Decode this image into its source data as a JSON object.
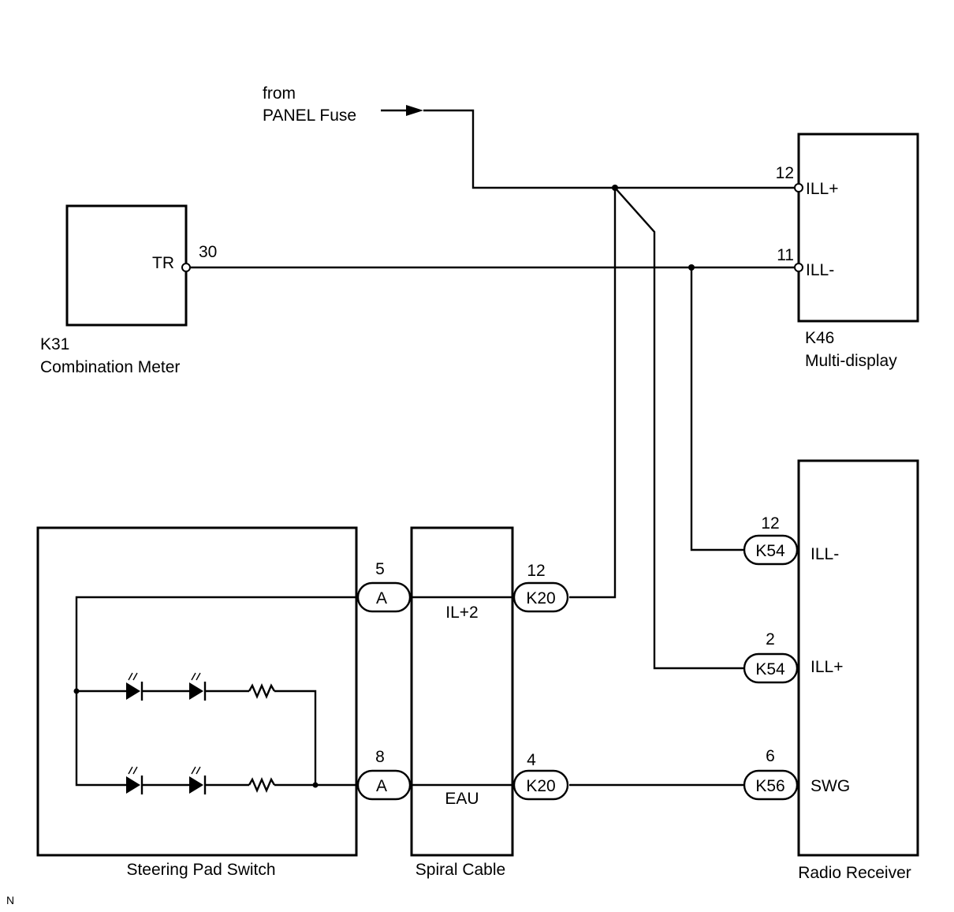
{
  "source": {
    "line1": "from",
    "line2": "PANEL Fuse"
  },
  "components": {
    "k31": {
      "id": "K31",
      "name": "Combination Meter",
      "terminal_label": "TR",
      "pin": "30"
    },
    "k46": {
      "id": "K46",
      "name": "Multi-display",
      "pins": [
        {
          "pin": "12",
          "signal": "ILL+"
        },
        {
          "pin": "11",
          "signal": "ILL-"
        }
      ]
    },
    "steering_pad": {
      "name": "Steering Pad Switch"
    },
    "spiral_cable": {
      "name": "Spiral Cable",
      "signals": [
        "IL+2",
        "EAU"
      ]
    },
    "radio": {
      "name": "Radio Receiver",
      "pins": [
        {
          "pin": "12",
          "connector": "K54",
          "signal": "ILL-"
        },
        {
          "pin": "2",
          "connector": "K54",
          "signal": "ILL+"
        },
        {
          "pin": "6",
          "connector": "K56",
          "signal": "SWG"
        }
      ]
    }
  },
  "connectors": {
    "steering_side": [
      {
        "pin": "5",
        "connector": "A"
      },
      {
        "pin": "8",
        "connector": "A"
      }
    ],
    "spiral_side": [
      {
        "pin": "12",
        "connector": "K20"
      },
      {
        "pin": "4",
        "connector": "K20"
      }
    ]
  },
  "corner_mark": "N"
}
